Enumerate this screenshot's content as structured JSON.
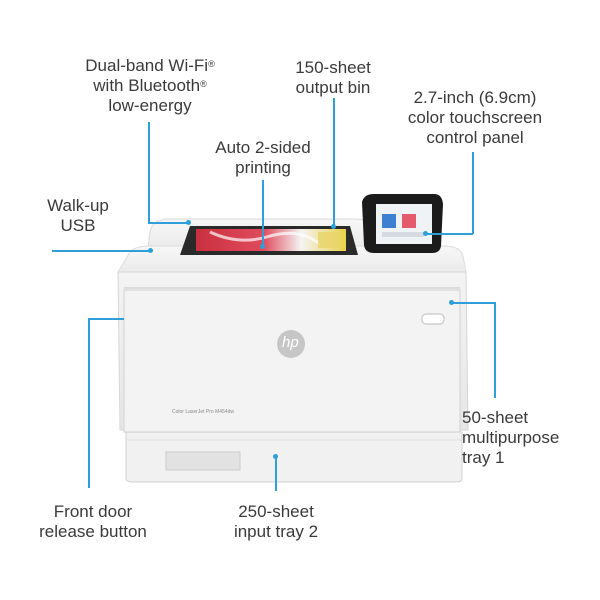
{
  "callouts": {
    "wifi": {
      "line1": "Dual-band Wi-Fi",
      "line1_mark": "®",
      "line2": "with Bluetooth",
      "line2_mark": "®",
      "line3": "low-energy"
    },
    "output_bin": {
      "line1": "150-sheet",
      "line2": "output bin"
    },
    "touchscreen": {
      "line1": "2.7-inch (6.9cm)",
      "line2": "color touchscreen",
      "line3": "control panel"
    },
    "duplex": {
      "line1": "Auto 2-sided",
      "line2": "printing"
    },
    "usb": {
      "line1": "Walk-up",
      "line2": "USB"
    },
    "mp_tray": {
      "line1": "50-sheet",
      "line2": "multipurpose",
      "line3": "tray 1"
    },
    "front_door": {
      "line1": "Front door",
      "line2": "release button"
    },
    "input_tray": {
      "line1": "250-sheet",
      "line2": "input tray 2"
    }
  },
  "printer": {
    "model_text": "Color LaserJet Pro M454dw",
    "brand_logo_text": "hp"
  },
  "colors": {
    "leader": "#2e9fd8",
    "body": "#eeeeee",
    "text": "#3a3a3a"
  }
}
